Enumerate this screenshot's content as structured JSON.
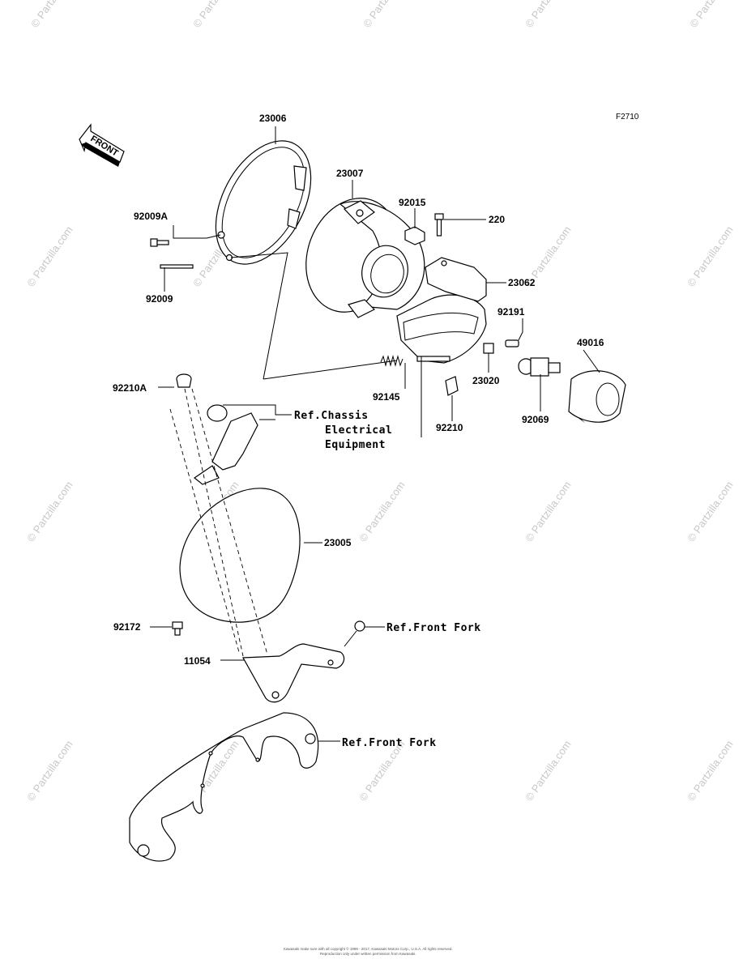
{
  "diagram": {
    "figure_code": "F2710",
    "front_label": "FRONT",
    "watermark": "© Partzilla.com",
    "copyright": {
      "line1": "Kawasaki make sure with all copyright © 1998 - 2017, Kawasaki Motors Corp., U.S.A. All rights reserved.",
      "line2": "Reproduction only under written permission from Kawasaki."
    },
    "parts": {
      "p23006": "23006",
      "p23007": "23007",
      "p92015": "92015",
      "p220": "220",
      "p92009A": "92009A",
      "p92009": "92009",
      "p23062": "23062",
      "p92191": "92191",
      "p49016": "49016",
      "p92145": "92145",
      "p23020": "23020",
      "p92210A": "92210A",
      "p92210": "92210",
      "p92069": "92069",
      "p23005": "23005",
      "p92172": "92172",
      "p11054": "11054"
    },
    "refs": {
      "chassis_line1": "Ref.Chassis",
      "chassis_line2": "Electrical",
      "chassis_line3": "Equipment",
      "front_fork_1": "Ref.Front Fork",
      "front_fork_2": "Ref.Front Fork"
    }
  }
}
